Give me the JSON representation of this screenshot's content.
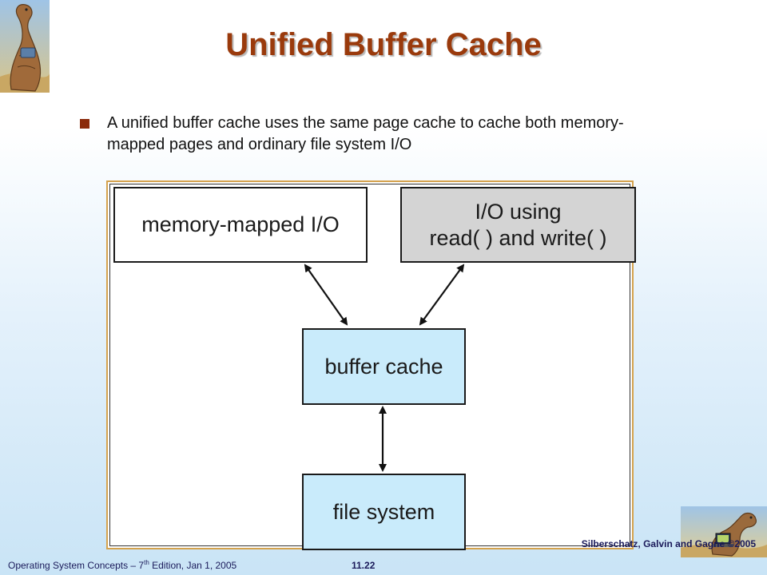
{
  "slide": {
    "title": "Unified Buffer Cache",
    "bullet": "A unified buffer cache uses the same page cache to cache both memory-mapped pages and ordinary file system I/O"
  },
  "diagram": {
    "boxes": {
      "memory_mapped": "memory-mapped I/O",
      "io_using_line1": "I/O using",
      "io_using_line2": "read( ) and write( )",
      "buffer_cache": "buffer cache",
      "file_system": "file system"
    },
    "colors": {
      "cache_box": "#c9ebfb",
      "io_box": "#d4d4d4",
      "frame": "#d4a24d"
    }
  },
  "footer": {
    "left_prefix": "Operating System Concepts – 7",
    "left_sup": "th",
    "left_suffix": " Edition, Jan 1, 2005",
    "page": "11.22",
    "right": "Silberschatz, Galvin and Gagne ©2005"
  },
  "icons": {
    "top_logo": "dinosaur-logo-icon",
    "bottom_logo": "dinosaur-laptop-icon"
  }
}
